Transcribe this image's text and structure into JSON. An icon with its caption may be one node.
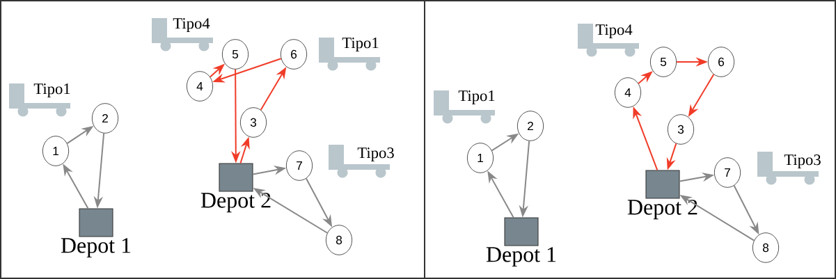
{
  "diagram": {
    "nodes": [
      {
        "text": [
          "Depot 1"
        ]
      },
      {
        "text": [
          "1"
        ]
      },
      {
        "text": [
          "2"
        ]
      },
      {
        "text": [
          "Depot 2"
        ]
      },
      {
        "text": [
          "3"
        ]
      },
      {
        "text": [
          "4"
        ]
      },
      {
        "text": [
          "5"
        ]
      },
      {
        "text": [
          "6"
        ]
      },
      {
        "text": [
          "7"
        ]
      },
      {
        "text": [
          "8"
        ]
      },
      {
        "text": [
          "Depot 1"
        ]
      },
      {
        "text": [
          "1"
        ]
      },
      {
        "text": [
          "2"
        ]
      },
      {
        "text": [
          "Depot 2"
        ]
      },
      {
        "text": [
          "3"
        ]
      },
      {
        "text": [
          "4"
        ]
      },
      {
        "text": [
          "5"
        ]
      },
      {
        "text": [
          "6"
        ]
      },
      {
        "text": [
          "7"
        ]
      },
      {
        "text": [
          "8"
        ]
      }
    ],
    "edges": [
      {
        "from": 0,
        "to": 1,
        "arrow": "to"
      },
      {
        "from": 1,
        "to": 2,
        "arrow": "to"
      },
      {
        "from": 2,
        "to": 0,
        "arrow": "to"
      },
      {
        "from": 3,
        "to": 4,
        "arrow": "to",
        "color": "#f03c28"
      },
      {
        "from": 4,
        "to": 7,
        "arrow": "to",
        "color": "#f03c28"
      },
      {
        "from": 7,
        "to": 5,
        "arrow": "to",
        "color": "#f03c28"
      },
      {
        "from": 5,
        "to": 6,
        "arrow": "to",
        "color": "#f03c28"
      },
      {
        "from": 6,
        "to": 3,
        "arrow": "to",
        "color": "#f03c28"
      },
      {
        "from": 3,
        "to": 8,
        "arrow": "to"
      },
      {
        "from": 8,
        "to": 9,
        "arrow": "to"
      },
      {
        "from": 9,
        "to": 3,
        "arrow": "to"
      },
      {
        "from": 10,
        "to": 11,
        "arrow": "to"
      },
      {
        "from": 11,
        "to": 12,
        "arrow": "to"
      },
      {
        "from": 12,
        "to": 10,
        "arrow": "to"
      },
      {
        "from": 13,
        "to": 15,
        "arrow": "to",
        "color": "#f03c28"
      },
      {
        "from": 15,
        "to": 16,
        "arrow": "to",
        "color": "#f03c28"
      },
      {
        "from": 16,
        "to": 17,
        "arrow": "to",
        "color": "#f03c28"
      },
      {
        "from": 17,
        "to": 14,
        "arrow": "to",
        "color": "#f03c28"
      },
      {
        "from": 14,
        "to": 13,
        "arrow": "to",
        "color": "#f03c28"
      },
      {
        "from": 13,
        "to": 18,
        "arrow": "to"
      },
      {
        "from": 18,
        "to": 19,
        "arrow": "to"
      },
      {
        "from": 19,
        "to": 13,
        "arrow": "to"
      }
    ],
    "labels": [
      "Tipo4",
      "Tipo1",
      "Tipo1",
      "Tipo3",
      "Tipo4",
      "Tipo1",
      "Tipo3"
    ]
  }
}
